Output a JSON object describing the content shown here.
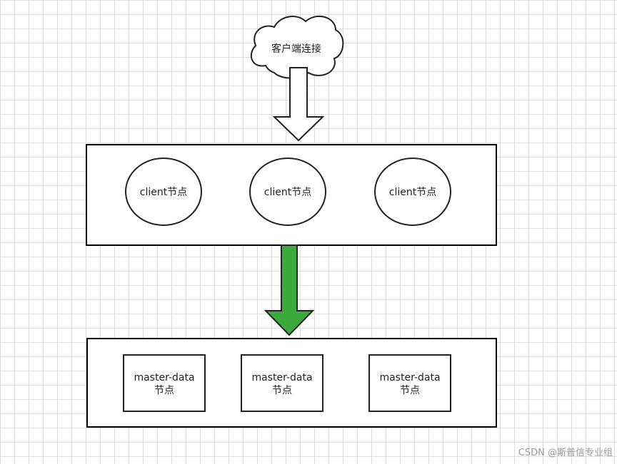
{
  "cloud": {
    "label": "客户端连接"
  },
  "client_nodes": [
    {
      "label": "client节点"
    },
    {
      "label": "client节点"
    },
    {
      "label": "client节点"
    }
  ],
  "master_nodes": [
    {
      "line1": "master-data",
      "line2": "节点"
    },
    {
      "line1": "master-data",
      "line2": "节点"
    },
    {
      "line1": "master-data",
      "line2": "节点"
    }
  ],
  "colors": {
    "stroke": "#000000",
    "green_arrow": "#3daa3d",
    "white_arrow": "#ffffff"
  },
  "watermark": "CSDN @斯普信专业组"
}
